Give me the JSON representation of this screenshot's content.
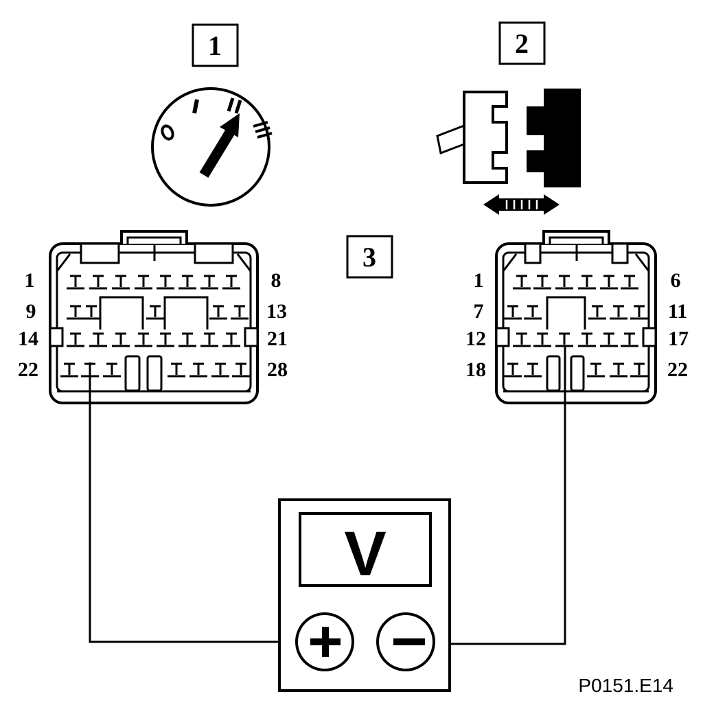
{
  "callouts": {
    "ignition_switch": "1",
    "connector_disconnect": "2",
    "test_step": "3"
  },
  "ignition": {
    "positions": [
      "0",
      "I",
      "II",
      "III"
    ]
  },
  "left_connector": {
    "pins": 28,
    "row_labels": [
      {
        "start": "1",
        "end": "8"
      },
      {
        "start": "9",
        "end": "13"
      },
      {
        "start": "14",
        "end": "21"
      },
      {
        "start": "22",
        "end": "28"
      }
    ]
  },
  "right_connector": {
    "pins": 22,
    "row_labels": [
      {
        "start": "1",
        "end": "6"
      },
      {
        "start": "7",
        "end": "11"
      },
      {
        "start": "12",
        "end": "17"
      },
      {
        "start": "18",
        "end": "22"
      }
    ]
  },
  "voltmeter": {
    "display": "V",
    "positive_terminal": "+",
    "negative_terminal": "−"
  },
  "figure_code": "P0151.E14",
  "colors": {
    "ink": "#000000",
    "paper": "#ffffff"
  }
}
